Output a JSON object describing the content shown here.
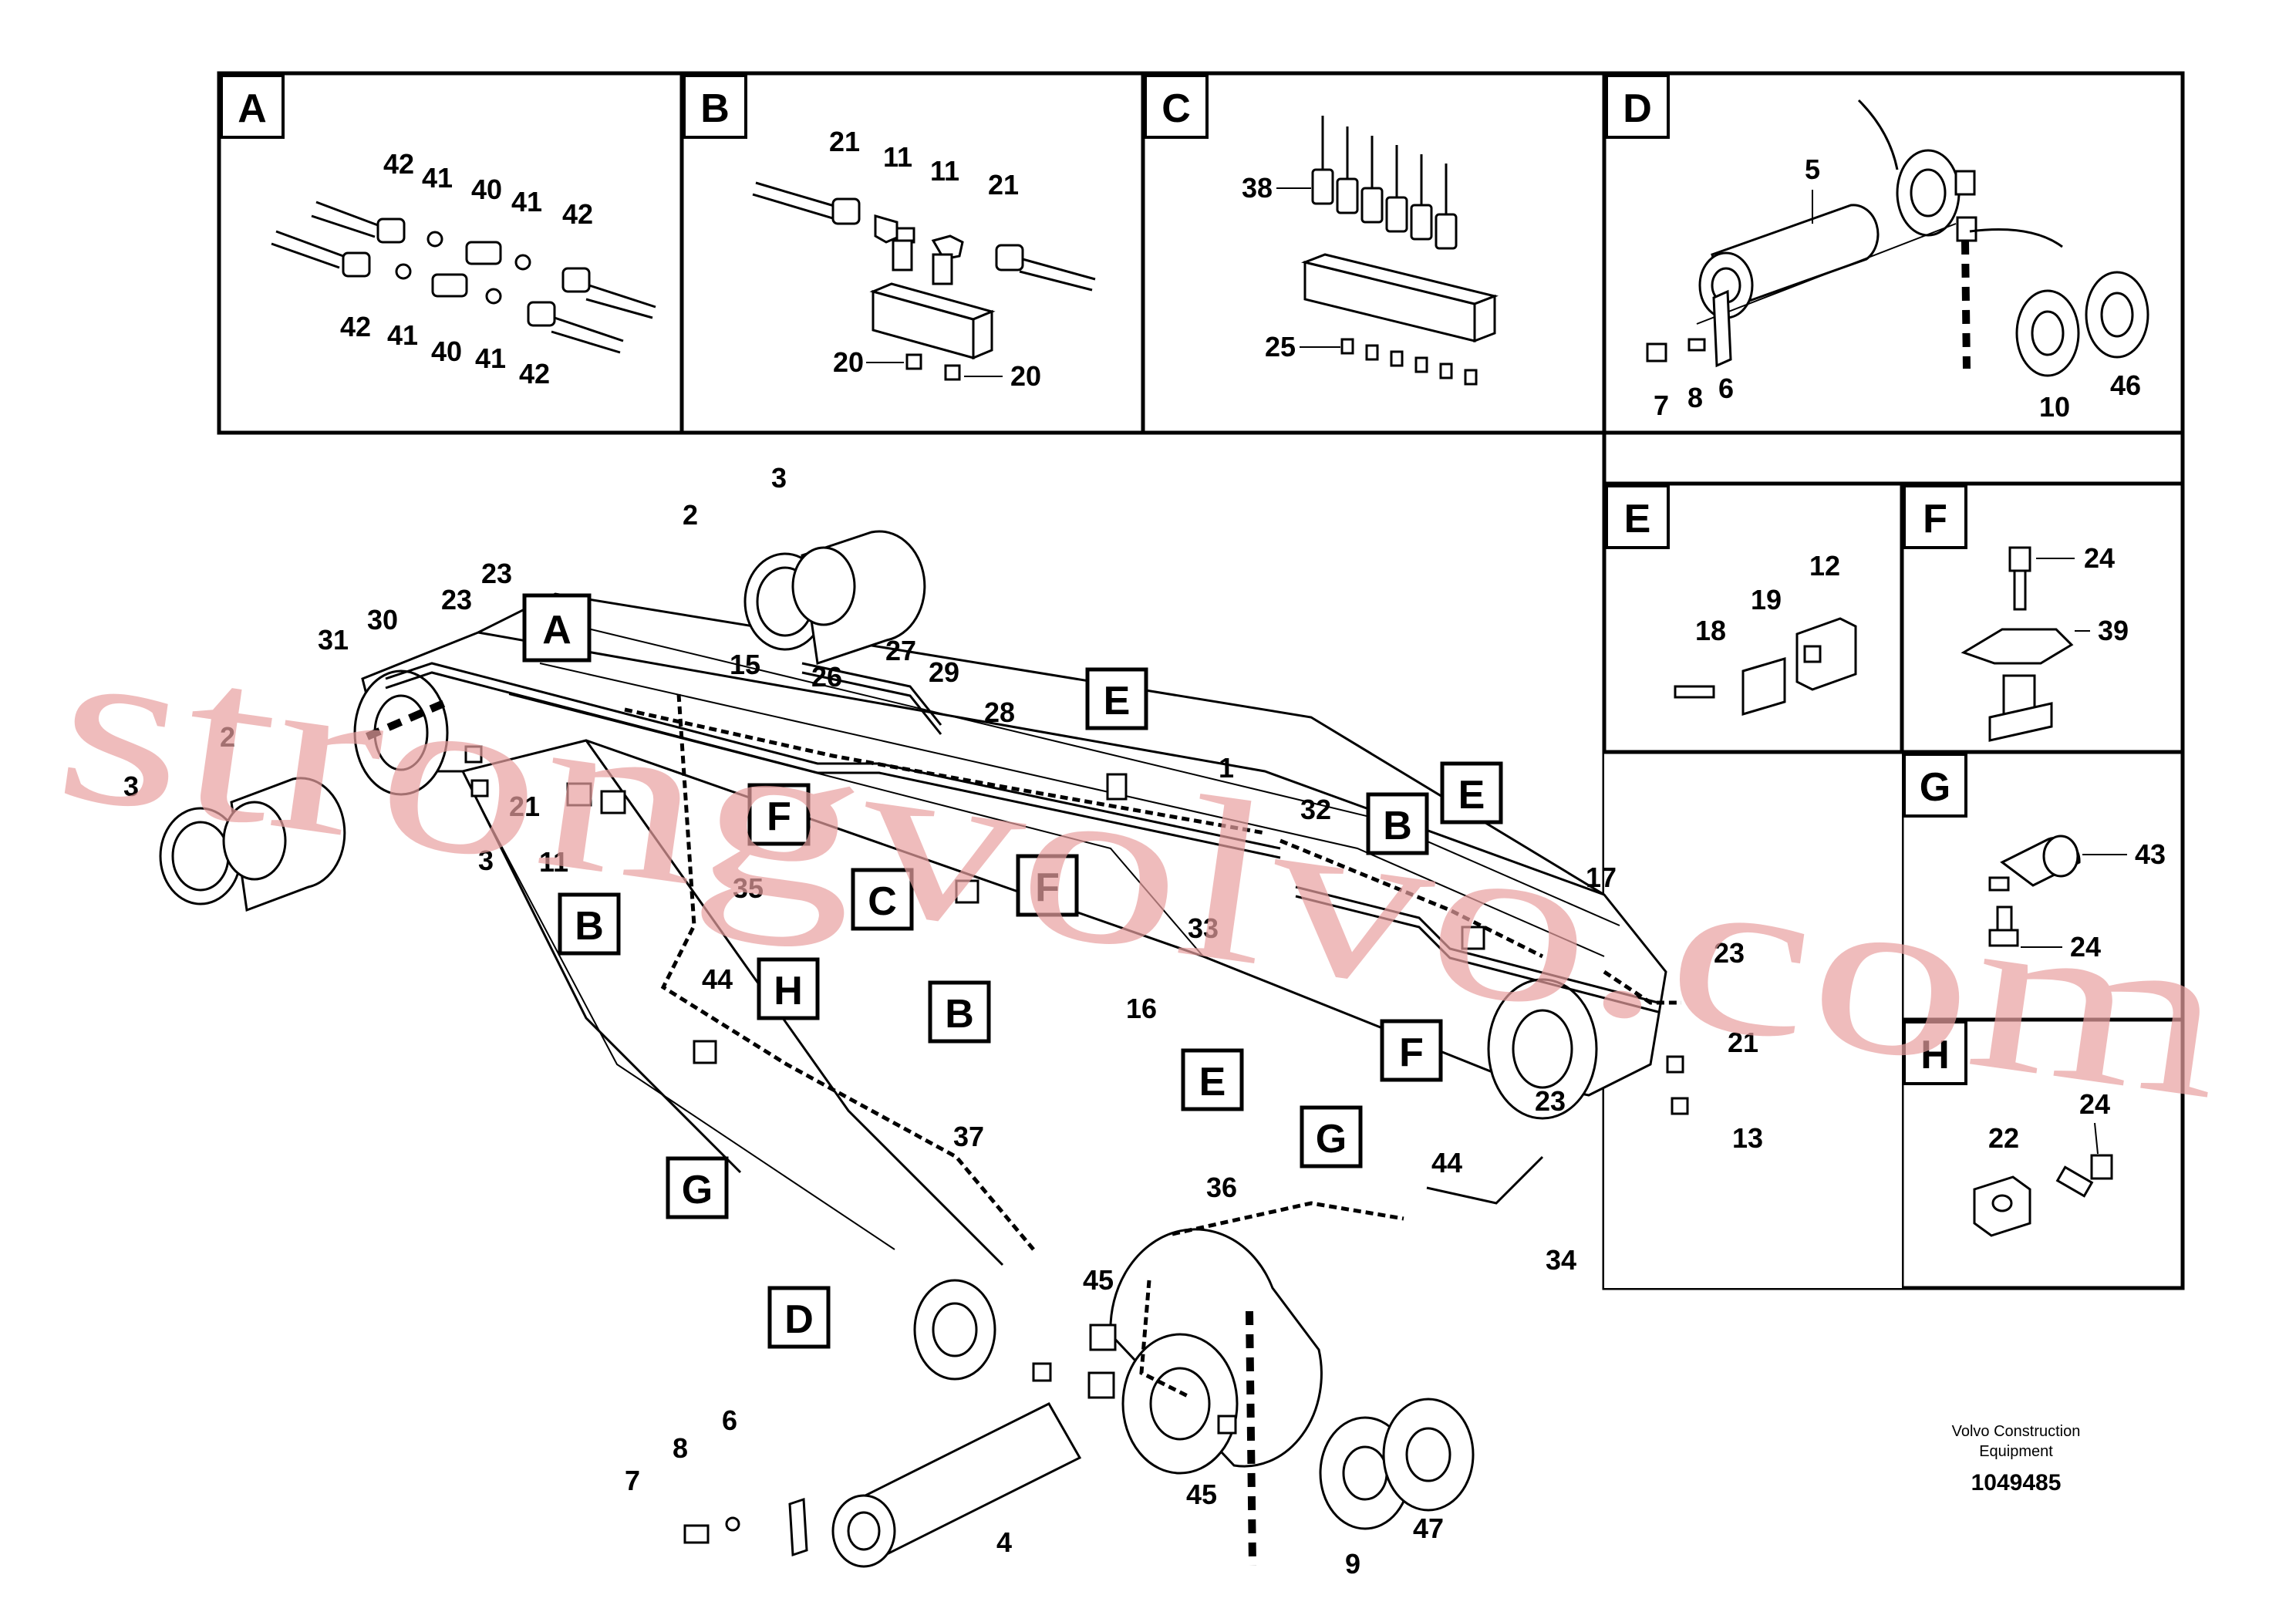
{
  "detail_panels": [
    {
      "id": "A",
      "parts": [
        "42",
        "41",
        "40",
        "41",
        "42",
        "42",
        "41",
        "40",
        "41",
        "42"
      ]
    },
    {
      "id": "B",
      "parts": [
        "21",
        "11",
        "11",
        "21",
        "20",
        "20"
      ]
    },
    {
      "id": "C",
      "parts": [
        "38",
        "25"
      ]
    },
    {
      "id": "D",
      "parts": [
        "5",
        "7",
        "8",
        "6",
        "10",
        "46"
      ]
    },
    {
      "id": "E",
      "parts": [
        "18",
        "19",
        "12"
      ]
    },
    {
      "id": "F",
      "parts": [
        "24",
        "39"
      ]
    },
    {
      "id": "G",
      "parts": [
        "43",
        "24"
      ]
    },
    {
      "id": "H",
      "parts": [
        "24",
        "22"
      ]
    }
  ],
  "main_callouts": [
    "3",
    "2",
    "23",
    "31",
    "30",
    "23",
    "15",
    "26",
    "27",
    "29",
    "28",
    "1",
    "32",
    "2",
    "3",
    "21",
    "11",
    "3",
    "35",
    "44",
    "33",
    "16",
    "17",
    "23",
    "21",
    "23",
    "13",
    "37",
    "36",
    "44",
    "34",
    "45",
    "45",
    "7",
    "8",
    "6",
    "4",
    "9",
    "47"
  ],
  "view_refs": [
    "A",
    "B",
    "C",
    "D",
    "E",
    "F",
    "G",
    "H",
    "E",
    "E",
    "F",
    "F",
    "F",
    "B",
    "B",
    "B",
    "G",
    "G",
    "H",
    "E",
    "D"
  ],
  "footer": {
    "company_line1": "Volvo Construction",
    "company_line2": "Equipment",
    "drawing_number": "1049485"
  },
  "watermark": "strongvolvo.com"
}
